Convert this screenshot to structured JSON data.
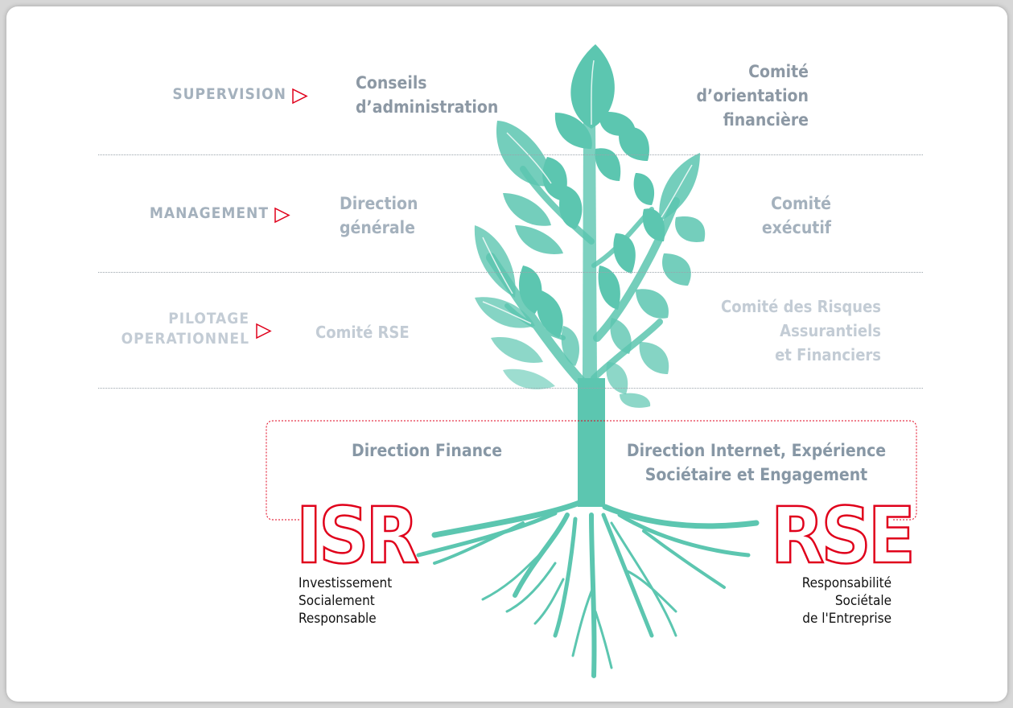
{
  "levels": [
    {
      "label_line1": "SUPERVISION",
      "label_line2": "",
      "left_text": "Conseils\nd’administration",
      "right_text": "Comité\nd’orientation\nfinancière"
    },
    {
      "label_line1": "MANAGEMENT",
      "label_line2": "",
      "left_text": "Direction\ngénérale",
      "right_text": "Comité\nexécutif"
    },
    {
      "label_line1": "PILOTAGE",
      "label_line2": "OPERATIONNEL",
      "left_text": "Comité RSE",
      "right_text": "Comité des Risques\nAssurantiels\net Financiers"
    }
  ],
  "bracket": {
    "left_text": "Direction Finance",
    "right_text": "Direction Internet, Expérience\nSociétaire et Engagement"
  },
  "isr": {
    "acronym": "ISR",
    "line1": "Investissement",
    "line2": "Socialement",
    "line3": "Responsable"
  },
  "rse": {
    "acronym": "RSE",
    "line1": "Responsabilité",
    "line2": "Sociétale",
    "line3": "de l'Entreprise"
  },
  "colors": {
    "tree": "#5cc6b0",
    "accent_red": "#e0001b",
    "level1_text": "#8c98a4",
    "level2_text": "#a4b1bd",
    "level3_text": "#c3ccd5",
    "bracket_text": "#8797a5"
  }
}
